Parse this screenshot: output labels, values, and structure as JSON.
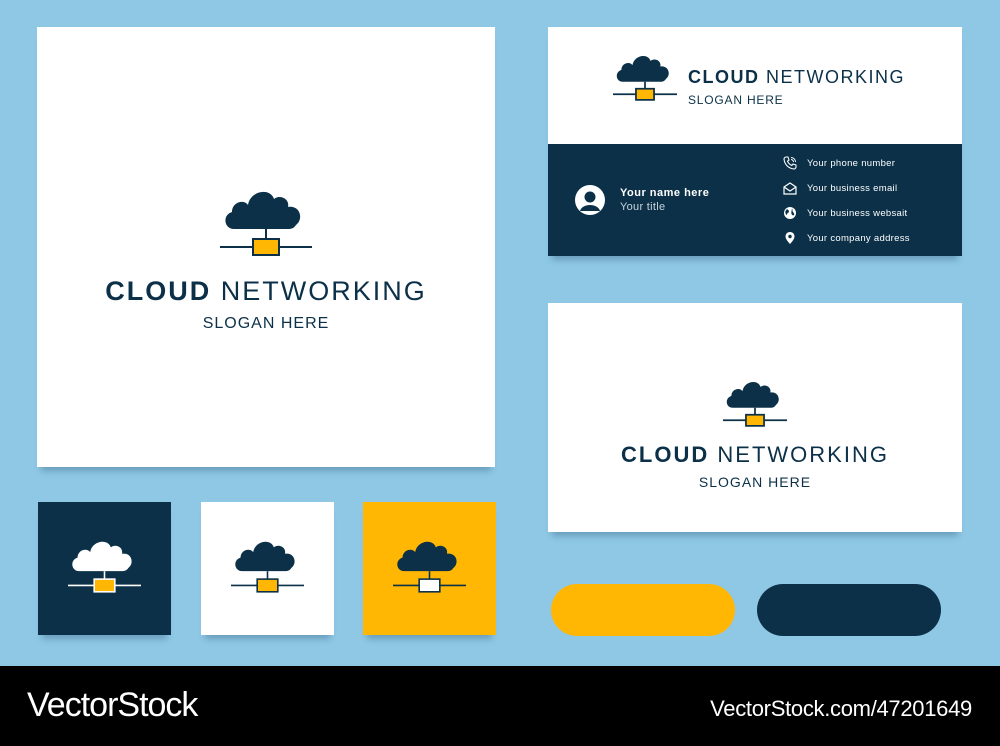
{
  "brand": {
    "name_bold": "CLOUD",
    "name_light": "NETWORKING",
    "slogan": "SLOGAN HERE"
  },
  "business_card": {
    "person_name": "Your name here",
    "person_title": "Your title",
    "contacts": [
      {
        "icon": "phone-icon",
        "label": "Your phone number"
      },
      {
        "icon": "email-icon",
        "label": "Your business email"
      },
      {
        "icon": "globe-icon",
        "label": "Your business websait"
      },
      {
        "icon": "location-pin-icon",
        "label": "Your company address"
      }
    ]
  },
  "footer": {
    "wordmark": "VectorStock",
    "url": "VectorStock.com/47201649"
  },
  "colors": {
    "background": "#8ec8e5",
    "navy": "#0b3048",
    "accent_yellow": "#ffb703",
    "white": "#ffffff"
  }
}
